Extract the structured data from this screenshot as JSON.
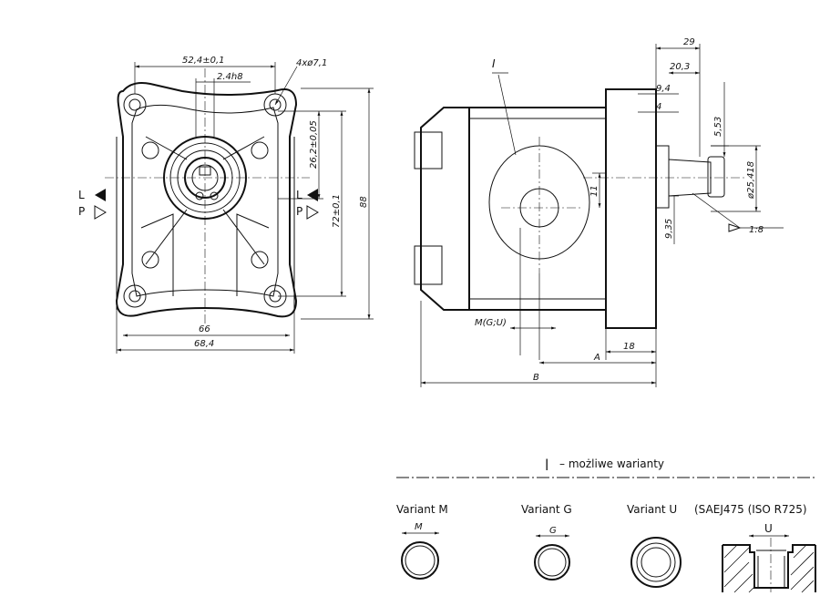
{
  "front_view": {
    "dim_bolt_spacing": "52,4±0,1",
    "dim_pilot": "2.4h8",
    "dim_holes": "4xø7,1",
    "dim_vertical_small": "26,2±0,05",
    "dim_vertical_large": "72±0,1",
    "dim_height": "88",
    "dim_width_inner": "66",
    "dim_width_outer": "68,4",
    "left_port_L": "L",
    "left_port_P": "P",
    "right_port_L": "L",
    "right_port_P": "P"
  },
  "side_view": {
    "dim_29": "29",
    "dim_20_3": "20,3",
    "dim_9_4": "9,4",
    "dim_4": "4",
    "dim_5_53": "5,53",
    "dim_shaft": "ø25,418",
    "dim_11": "11",
    "dim_9_35": "9,35",
    "taper": "1:8",
    "port_label": "M(G;U)",
    "dim_18": "18",
    "dim_A": "A",
    "dim_B": "B",
    "marker_I": "I"
  },
  "legend": {
    "marker": "|",
    "text": "– możliwe warianty"
  },
  "variants": [
    {
      "title": "Variant M",
      "letter": "M"
    },
    {
      "title": "Variant G",
      "letter": "G"
    },
    {
      "title": "Variant U",
      "letter": ""
    }
  ],
  "standard": "(SAEJ475 (ISO R725)",
  "section_letter": "U"
}
